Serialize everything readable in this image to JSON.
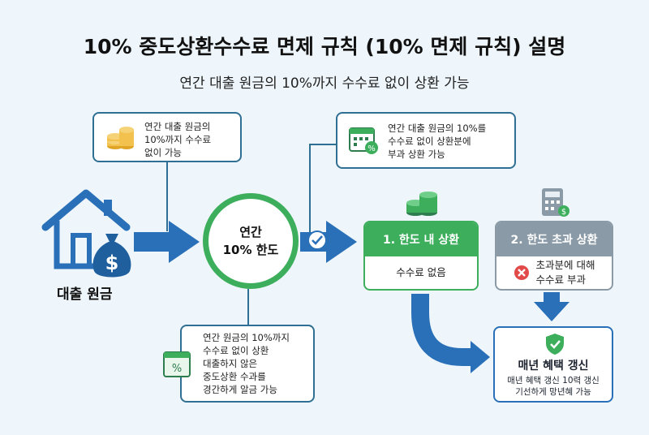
{
  "title": "10% 중도상환수수료 면제 규칙 (10% 면제 규칙) 설명",
  "subtitle": "연간 대출 원금의 10%까지 수수료 없이 상환 가능",
  "top_left_box": {
    "lines": [
      "연간 대출 원금의",
      "10%까지 수수료",
      "없이 가능"
    ],
    "icon": "coins-icon"
  },
  "top_right_box": {
    "lines": [
      "연간 대출 원금의 10%를",
      "수수료 없이 상환분에",
      "부과 상환 가능"
    ],
    "icon": "calendar-percent-icon"
  },
  "bottom_box": {
    "lines": [
      "연간 원금의 10%까지",
      "수수료 없이 상환",
      "대출하지 않은",
      "중도상환 수과를",
      "경간하게 알금 가능"
    ],
    "icon": "calendar-percent-icon"
  },
  "loan_label": "대출 원금",
  "circle": {
    "line1": "연간",
    "line2": "10% 한도"
  },
  "card1": {
    "title": "1. 한도 내 상환",
    "body": "수수료 없음",
    "color": "#3cae5c",
    "icon": "coins-icon"
  },
  "card2": {
    "title": "2. 한도 초과 상환",
    "body_line1": "초과분에 대해",
    "body_line2": "수수료 부과",
    "color": "#8a9aa6",
    "icon": "calculator-icon"
  },
  "renew": {
    "title": "매년 혜택 갱신",
    "line1": "매년 혜택 갱신 10력 갱신",
    "line2": "기선하게 망년혜 가능",
    "icon": "shield-check-icon"
  },
  "colors": {
    "blue": "#2a70b8",
    "navy": "#2f6f93",
    "green": "#3cae5c",
    "gray": "#8a9aa6",
    "red": "#e24a4a"
  }
}
